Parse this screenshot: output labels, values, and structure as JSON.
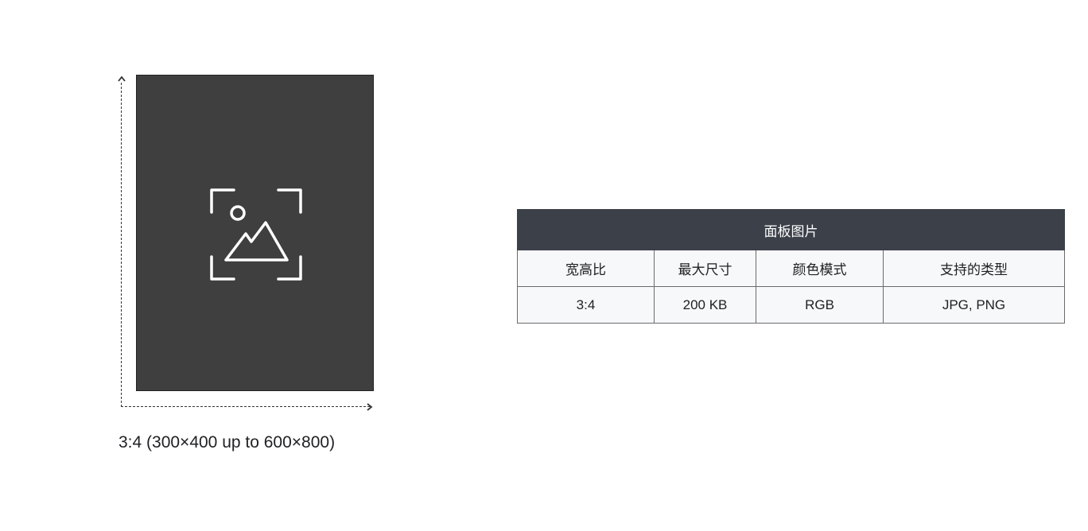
{
  "figure": {
    "placeholder_icon": "image-placeholder-icon",
    "caption": "3:4 (300×400 up to 600×800)",
    "colors": {
      "panel_fill": "#3f3f3f",
      "icon_stroke": "#ffffff",
      "axis_color": "#333333"
    }
  },
  "spec_table": {
    "title": "面板图片",
    "headers": [
      "宽高比",
      "最大尺寸",
      "颜色模式",
      "支持的类型"
    ],
    "rows": [
      [
        "3:4",
        "200 KB",
        "RGB",
        "JPG, PNG"
      ]
    ],
    "colors": {
      "title_bg": "#3c4049",
      "title_text": "#ffffff",
      "cell_bg": "#f7f8fa",
      "border": "#6b6b6b"
    }
  }
}
